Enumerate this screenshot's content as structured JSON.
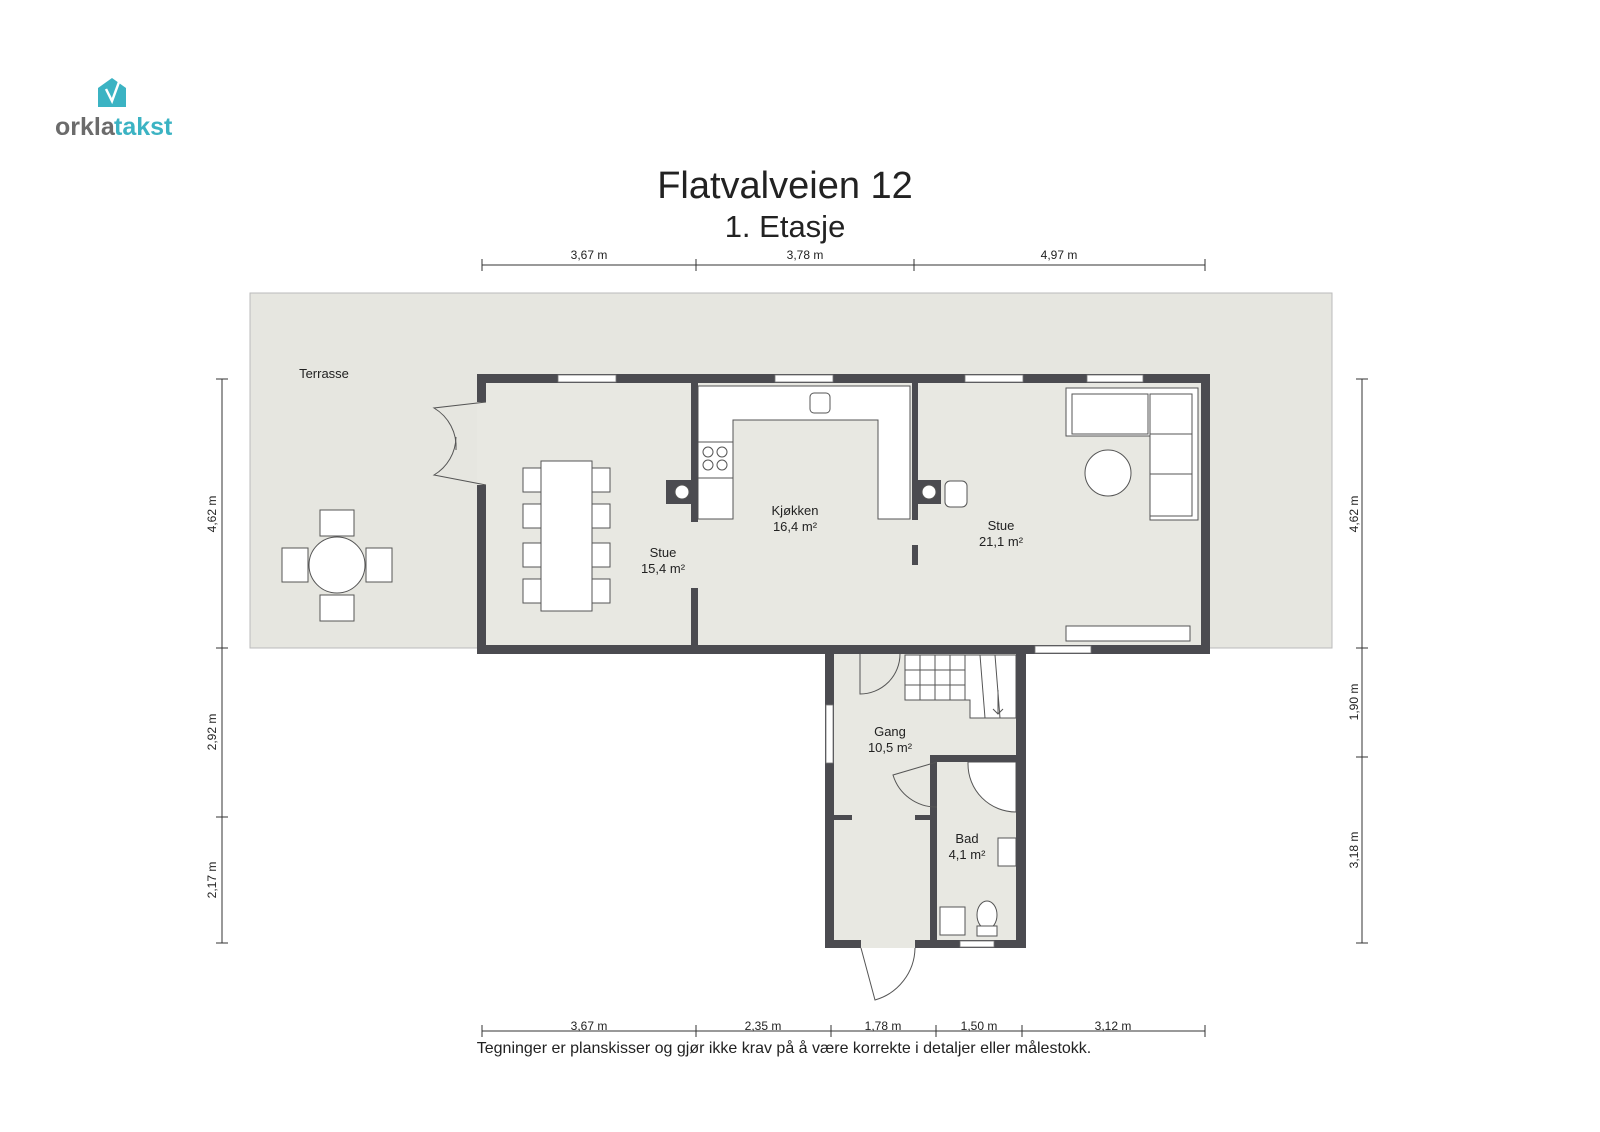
{
  "logo": {
    "text_dark": "orkla",
    "text_accent": "takst",
    "colors": {
      "dark": "#6b6b6b",
      "accent": "#3bb3c3"
    }
  },
  "title": "Flatvalveien 12",
  "subtitle": "1. Etasje",
  "rooms": [
    {
      "name": "Terrasse",
      "area": ""
    },
    {
      "name": "Stue",
      "area": "15,4 m²"
    },
    {
      "name": "Kjøkken",
      "area": "16,4 m²"
    },
    {
      "name": "Stue",
      "area": "21,1 m²"
    },
    {
      "name": "Gang",
      "area": "10,5 m²"
    },
    {
      "name": "Bad",
      "area": "4,1 m²"
    }
  ],
  "dimensions": {
    "top": [
      "3,67 m",
      "3,78 m",
      "4,97 m"
    ],
    "bottom": [
      "3,67 m",
      "2,35 m",
      "1,78 m",
      "1,50 m",
      "3,12 m"
    ],
    "left": [
      "4,62 m",
      "2,92 m",
      "2,17 m"
    ],
    "right": [
      "4,62 m",
      "1,90 m",
      "3,18 m"
    ]
  },
  "disclaimer": "Tegninger er planskisser og gjør ikke krav på å være korrekte i detaljer eller målestokk.",
  "colors": {
    "wall": "#4b4b50",
    "floor": "#e8e8e2"
  }
}
